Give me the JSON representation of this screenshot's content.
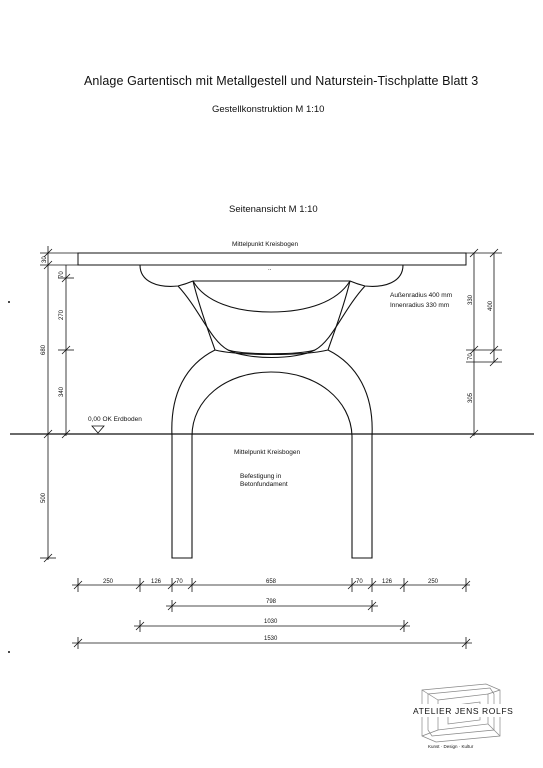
{
  "sheet": {
    "title": "Anlage Gartentisch mit Metallgestell und Naturstein-Tischplatte   Blatt 3",
    "subtitle": "Gestellkonstruktion M 1:10",
    "view_title": "Seitenansicht M 1:10"
  },
  "annotations": {
    "center_top": "Mittelpunkt Kreisbogen",
    "center_bottom": "Mittelpunkt Kreisbogen",
    "outer_radius": "Außenradius 400 mm",
    "inner_radius": "Innenradius 330 mm",
    "ground_level": "0,00 OK Erdboden",
    "foundation_line1": "Befestigung in",
    "foundation_line2": "Betonfundament"
  },
  "dims_left": {
    "d30": "30",
    "d70": "70",
    "d270": "270",
    "d680": "680",
    "d340": "340",
    "d500": "500"
  },
  "dims_right": {
    "d330": "330",
    "d400": "400",
    "d70": "70",
    "d305": "305"
  },
  "dims_bottom": {
    "d250a": "250",
    "d126a": "126",
    "d70a": "70",
    "d658": "658",
    "d70b": "70",
    "d126b": "126",
    "d250b": "250",
    "d798": "798",
    "d1030": "1030",
    "d1530": "1530"
  },
  "logo": {
    "name": "ATELIER JENS ROLFS",
    "tagline": "Kunst · Design · Kultur"
  },
  "colors": {
    "ink": "#111111",
    "logo_grey": "#888888"
  }
}
